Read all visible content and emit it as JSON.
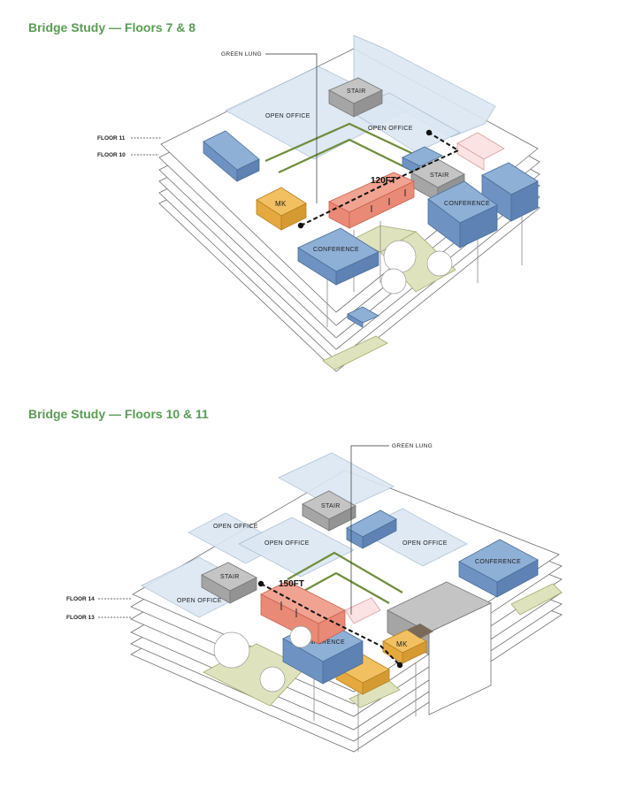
{
  "studies": [
    {
      "title": "Bridge Study — Floors 7 & 8",
      "floor_labels": [
        "FLOOR 11",
        "FLOOR 10"
      ],
      "callout": "GREEN LUNG",
      "distance": "120FT",
      "rooms": {
        "stair_1": "STAIR",
        "stair_2": "STAIR",
        "open_office_1": "OPEN OFFICE",
        "open_office_2": "OPEN OFFICE",
        "mk": "MK",
        "conference_1": "CONFERENCE",
        "conference_2": "CONFERENCE"
      }
    },
    {
      "title": "Bridge Study — Floors 10 & 11",
      "floor_labels": [
        "FLOOR 14",
        "FLOOR 13"
      ],
      "callout": "GREEN LUNG",
      "distance": "150FT",
      "rooms": {
        "stair_1": "STAIR",
        "stair_2": "STAIR",
        "open_office_1": "OPEN OFFICE",
        "open_office_2": "OPEN OFFICE",
        "open_office_3": "OPEN OFFICE",
        "mk": "MK",
        "conference_1": "CONFERENCE",
        "conference_2": "CONFERENCE"
      }
    }
  ],
  "colors": {
    "title_green": "#5b9b56",
    "conference_blue": "#6e93c3",
    "open_office_blue": "#dbe7f3",
    "stair_gray": "#a5a5a5",
    "mk_orange": "#e5a93f",
    "bridge_red": "#e98a76",
    "green_lung": "#dfe3bd"
  }
}
